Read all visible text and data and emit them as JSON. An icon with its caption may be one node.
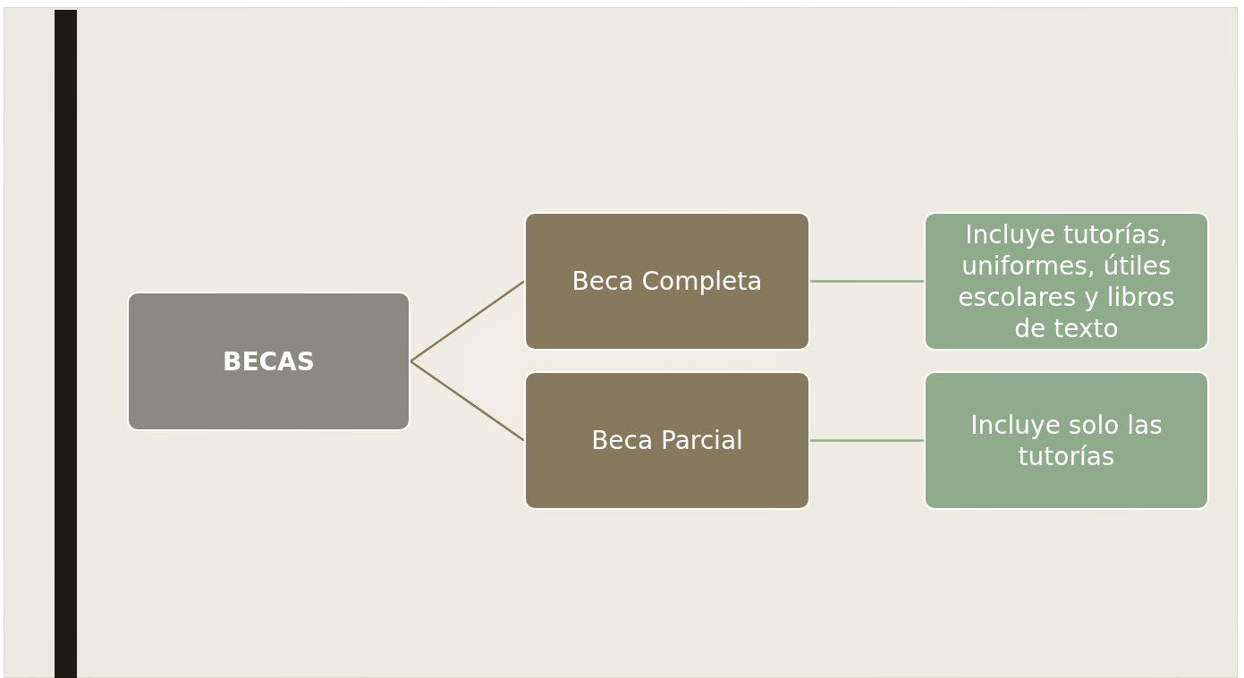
{
  "diagram": {
    "nodes": [
      {
        "text": [
          "BECAS"
        ]
      },
      {
        "text": [
          "Beca Completa"
        ]
      },
      {
        "text": [
          "Beca Parcial"
        ]
      },
      {
        "text": [
          "Incluye tutorías, uniformes, útiles escolares y libros de texto"
        ]
      },
      {
        "text": [
          "Incluye solo las tutorías"
        ]
      }
    ],
    "edges": [
      {
        "from": 0,
        "to": 1,
        "arrow": "none",
        "color": "#87795d"
      },
      {
        "from": 0,
        "to": 2,
        "arrow": "none",
        "color": "#87795d"
      },
      {
        "from": 1,
        "to": 3,
        "arrow": "none",
        "color": "#8fab8c"
      },
      {
        "from": 2,
        "to": 4,
        "arrow": "none",
        "color": "#8fab8c"
      }
    ]
  }
}
